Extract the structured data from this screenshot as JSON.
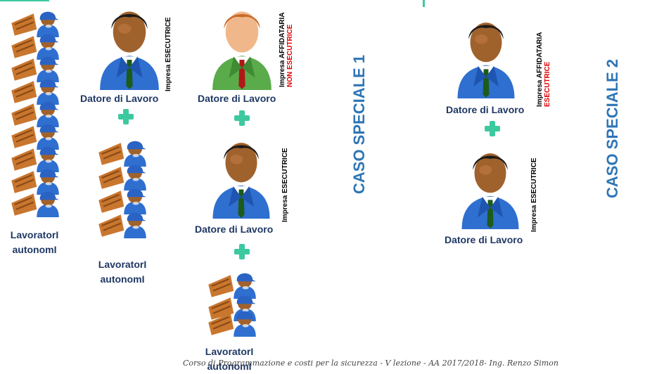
{
  "labels": {
    "datore": "Datore di Lavoro",
    "lavoratori_l1": "LavoratorI",
    "lavoratori_l2": "autonomI"
  },
  "tags": {
    "impresa": "Impresa",
    "esecutrice": "ESECUTRICE",
    "affidataria": "AFFIDATARIA",
    "non_esecutrice": "NON ESECUTRICE",
    "esecutrice_red": "ESECUTRICE"
  },
  "caso1": "CASO SPECIALE 1",
  "caso2": "CASO SPECIALE  2",
  "footer": "Corso di Programmazione e costi per la sicurezza - V lezione - AA 2017/2018- Ing. Renzo Simon",
  "colors": {
    "accent_blue": "#2e75b6",
    "label_navy": "#1f3864",
    "plus_green": "#3dc9a0",
    "red": "#e00000"
  }
}
